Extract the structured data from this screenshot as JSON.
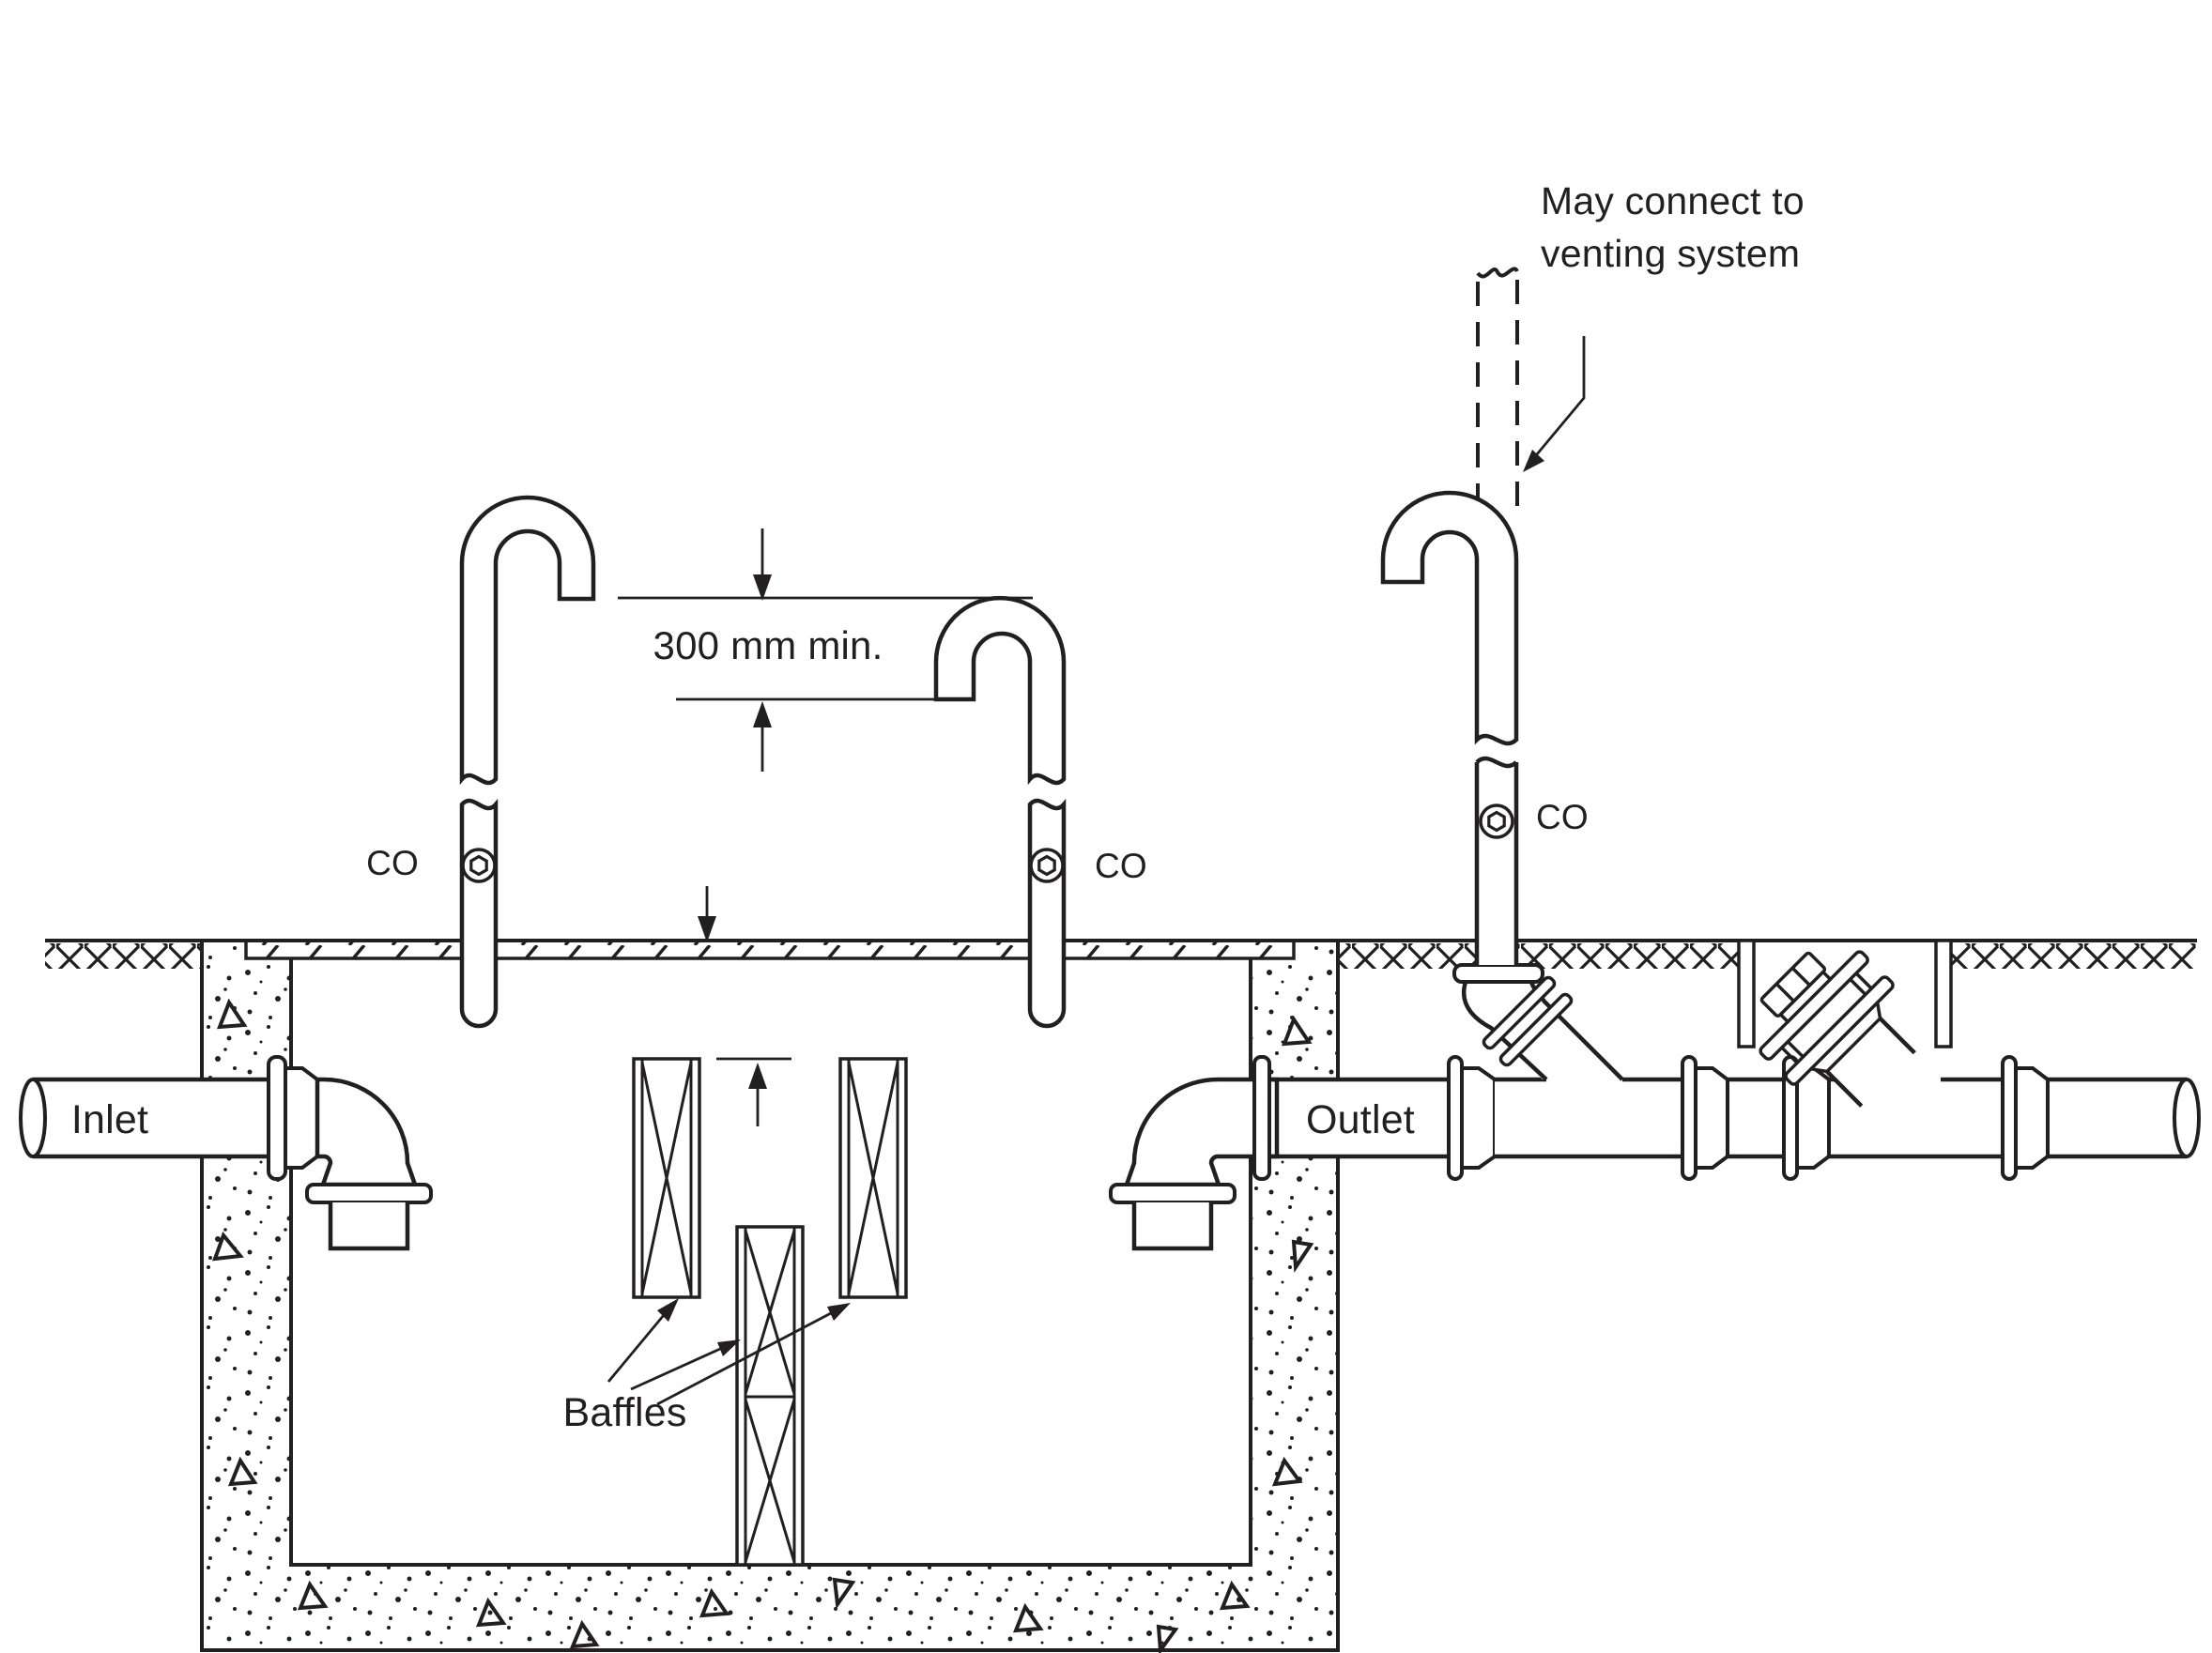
{
  "labels": {
    "vent_note": "May connect to\nventing system",
    "clearance_dimension": "300 mm min.",
    "cleanout_left": "CO",
    "cleanout_middle": "CO",
    "cleanout_right": "CO",
    "inlet": "Inlet",
    "outlet": "Outlet",
    "baffles": "Baffles"
  },
  "colors": {
    "line": "#231f20",
    "background": "#ffffff"
  }
}
